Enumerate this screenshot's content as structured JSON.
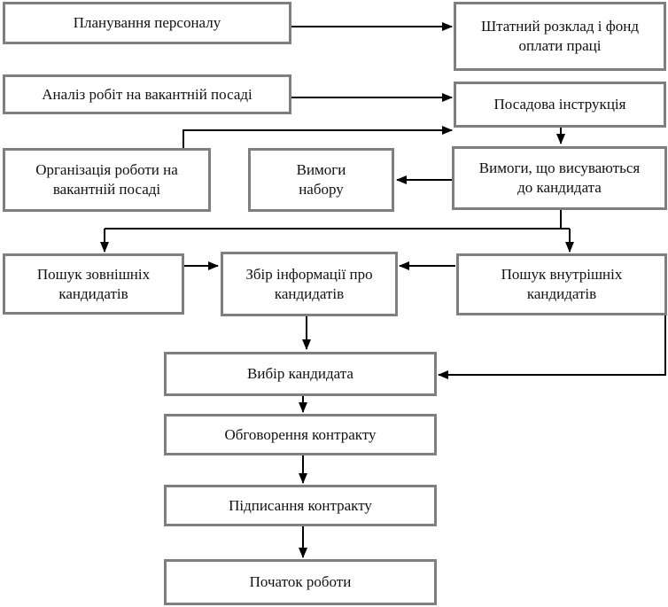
{
  "diagram": {
    "colors": {
      "border": "#7f7f7f",
      "line": "#000000",
      "text": "#111111"
    },
    "nodes": {
      "planning": "Планування персоналу",
      "staffing": "Штатний розклад і фонд\nоплати праці",
      "job_analysis": "Аналіз робіт на вакантній посаді",
      "job_description": "Посадова інструкція",
      "work_organization": "Організація роботи на\nвакантній посаді",
      "recruitment_requirements": "Вимоги\nнабору",
      "candidate_requirements": "Вимоги, що висуваються\nдо кандидата",
      "external_search": "Пошук зовнішніх\nкандидатів",
      "info_collection": "Збір інформації про\nкандидатів",
      "internal_search": "Пошук внутрішніх\nкандидатів",
      "candidate_selection": "Вибір кандидата",
      "contract_negotiation": "Обговорення контракту",
      "contract_signing": "Підписання контракту",
      "start_work": "Початок роботи"
    },
    "edges": [
      [
        "planning",
        "staffing"
      ],
      [
        "job_analysis",
        "job_description"
      ],
      [
        "work_organization",
        "job_description"
      ],
      [
        "job_description",
        "candidate_requirements"
      ],
      [
        "candidate_requirements",
        "recruitment_requirements"
      ],
      [
        "candidate_requirements",
        "external_search"
      ],
      [
        "candidate_requirements",
        "internal_search"
      ],
      [
        "external_search",
        "info_collection"
      ],
      [
        "internal_search",
        "info_collection"
      ],
      [
        "info_collection",
        "candidate_selection"
      ],
      [
        "internal_search",
        "candidate_selection"
      ],
      [
        "candidate_selection",
        "contract_negotiation"
      ],
      [
        "contract_negotiation",
        "contract_signing"
      ],
      [
        "contract_signing",
        "start_work"
      ]
    ]
  }
}
